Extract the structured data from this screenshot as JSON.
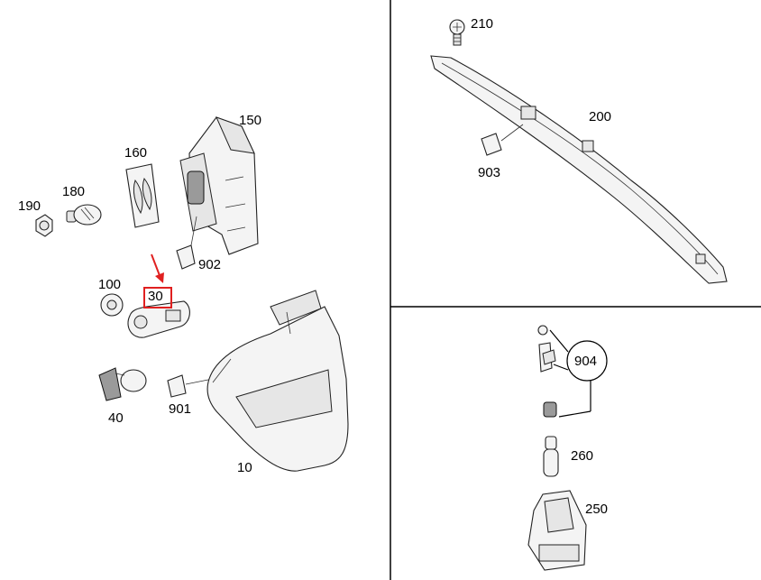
{
  "parts": {
    "p10": "10",
    "p30": "30",
    "p40": "40",
    "p100": "100",
    "p150": "150",
    "p160": "160",
    "p180": "180",
    "p190": "190",
    "p200": "200",
    "p210": "210",
    "p250": "250",
    "p260": "260",
    "p901": "901",
    "p902": "902",
    "p903": "903",
    "p904": "904"
  },
  "highlight": {
    "part": "30",
    "color": "#e02020"
  }
}
